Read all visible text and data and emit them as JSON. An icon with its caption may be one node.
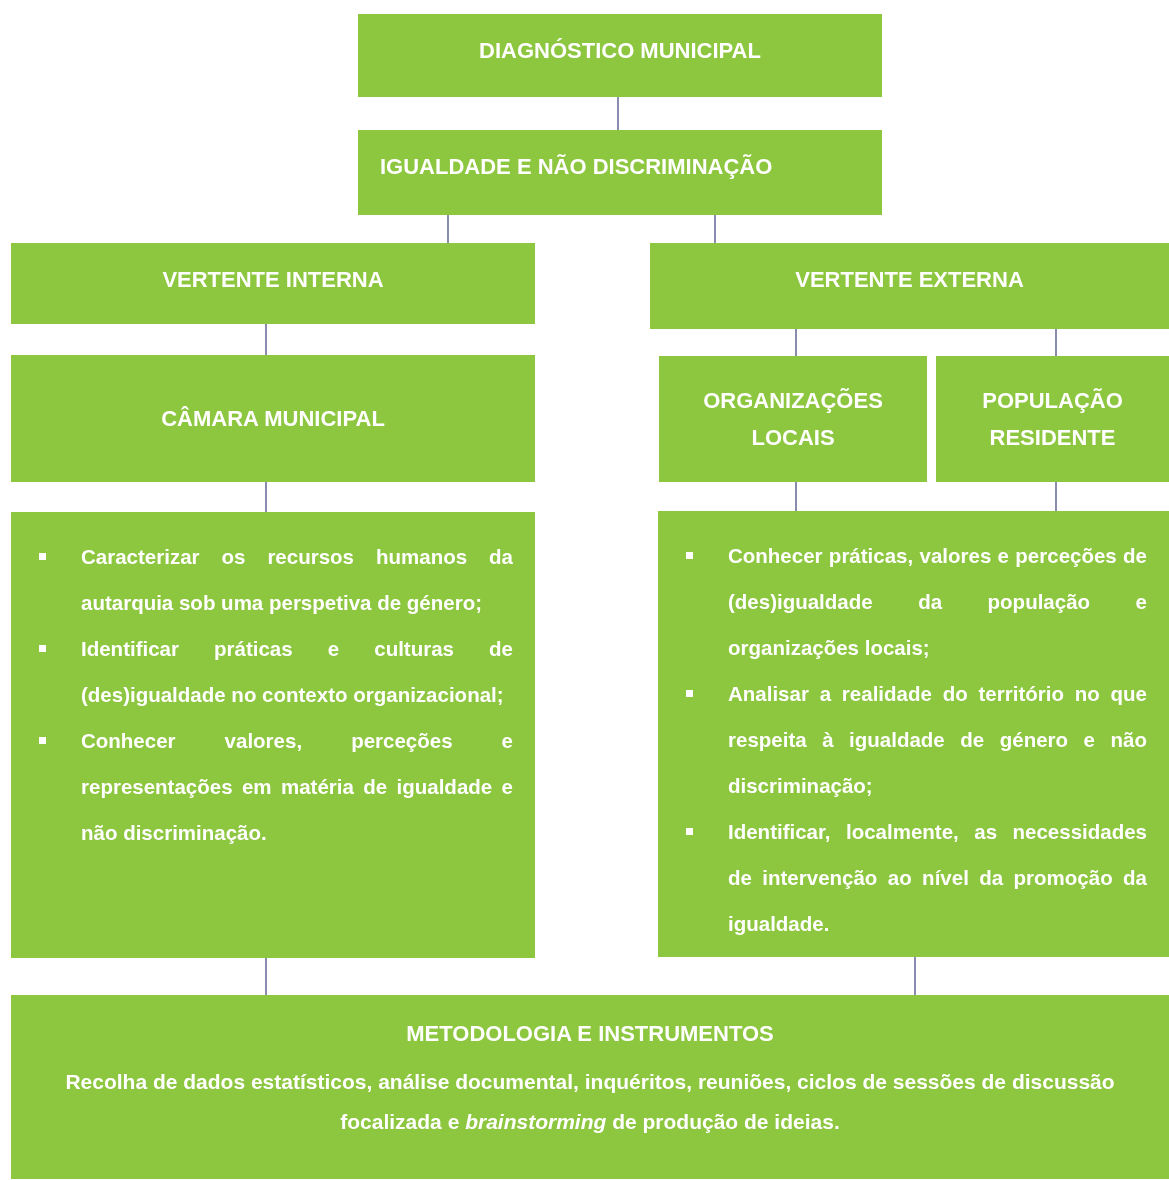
{
  "diagram": {
    "nodes": [
      {
        "text": [
          "DIAGNÓSTICO MUNICIPAL"
        ]
      },
      {
        "text": [
          "IGUALDADE E NÃO DISCRIMINAÇÃO"
        ]
      },
      {
        "text": [
          "VERTENTE INTERNA"
        ]
      },
      {
        "text": [
          "VERTENTE EXTERNA"
        ]
      },
      {
        "text": [
          "CÂMARA MUNICIPAL"
        ]
      },
      {
        "text": [
          "ORGANIZAÇÕES LOCAIS"
        ]
      },
      {
        "text": [
          "POPULAÇÃO RESIDENTE"
        ]
      },
      {
        "text": [
          "Caracterizar os recursos humanos da autarquia sob uma perspetiva de género;",
          "Identificar práticas e culturas de (des)igualdade no contexto organizacional;",
          "Conhecer valores, perceções e representações em matéria de igualdade e não discriminação."
        ]
      },
      {
        "text": [
          "Conhecer práticas, valores e perceções de (des)igualdade da população e organizações locais;",
          "Analisar a realidade do território no que respeita à igualdade de género e não discriminação;",
          "Identificar, localmente, as necessidades de intervenção ao nível da promoção da igualdade."
        ]
      },
      {
        "text": [
          "METODOLOGIA E INSTRUMENTOS",
          "Recolha de dados estatísticos, análise documental, inquéritos, reuniões, ciclos de sessões de discussão focalizada e *brainstorming* de produção de ideias."
        ]
      }
    ],
    "edges": [
      {
        "from": 0,
        "to": 1,
        "arrow": "none"
      },
      {
        "from": 1,
        "to": 2,
        "arrow": "none"
      },
      {
        "from": 1,
        "to": 3,
        "arrow": "none"
      },
      {
        "from": 2,
        "to": 4,
        "arrow": "none"
      },
      {
        "from": 3,
        "to": 5,
        "arrow": "none"
      },
      {
        "from": 3,
        "to": 6,
        "arrow": "none"
      },
      {
        "from": 4,
        "to": 7,
        "arrow": "none"
      },
      {
        "from": 5,
        "to": 8,
        "arrow": "none"
      },
      {
        "from": 6,
        "to": 8,
        "arrow": "none"
      },
      {
        "from": 7,
        "to": 9,
        "arrow": "none"
      },
      {
        "from": 8,
        "to": 9,
        "arrow": "none"
      }
    ]
  }
}
